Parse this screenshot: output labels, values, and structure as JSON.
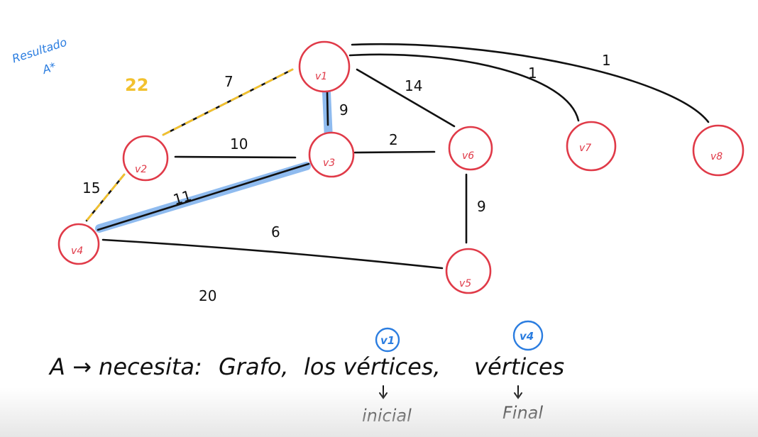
{
  "title": {
    "line1": "Resultado",
    "line2": "A*"
  },
  "total_cost": "22",
  "nodes": {
    "v1": "v1",
    "v2": "v2",
    "v3": "v3",
    "v4": "v4",
    "v5": "v5",
    "v6": "v6",
    "v7": "v7",
    "v8": "v8"
  },
  "edges": {
    "v1_v2": "7",
    "v1_v3": "9",
    "v1_v6": "14",
    "v1_v7": "1",
    "v1_v8": "1",
    "v2_v3": "10",
    "v2_v4": "15",
    "v3_v4": "11",
    "v3_v6": "2",
    "v4_v5": "6",
    "v6_v5": "9",
    "extra": "20"
  },
  "note": {
    "a_arrow": "A → necesita:",
    "grafo": "Grafo,",
    "los_vertices": "los vértices,",
    "vertices": "vértices",
    "start_label": "v1",
    "end_label": "v4",
    "inicial": "inicial",
    "final": "Final"
  },
  "colors": {
    "node_stroke": "#e03a48",
    "path_highlight": "#5f9ee8",
    "alt_path": "#f2c12e",
    "annotation_blue": "#2b7de0"
  }
}
